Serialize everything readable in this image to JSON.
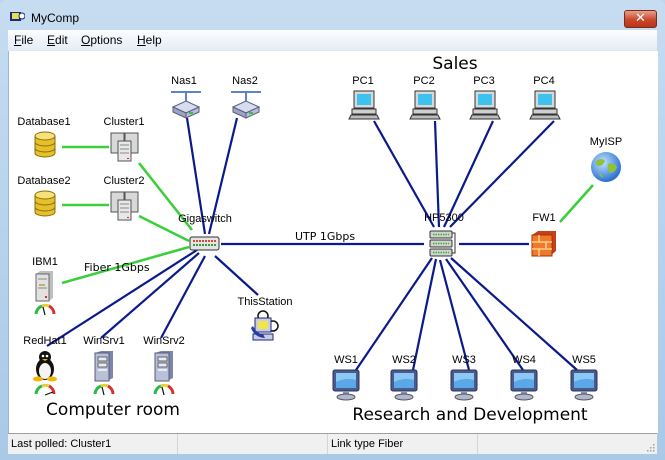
{
  "window": {
    "title": "MyComp",
    "close_label": "✕"
  },
  "menu": [
    {
      "key": "F",
      "rest": "ile"
    },
    {
      "key": "E",
      "rest": "dit"
    },
    {
      "key": "O",
      "rest": "ptions"
    },
    {
      "key": "H",
      "rest": "elp"
    }
  ],
  "groups": {
    "sales": "Sales",
    "computer_room": "Computer room",
    "rnd": "Research and Development"
  },
  "links": {
    "utp": "UTP 1Gbps",
    "fiber": "Fiber 1Gbps"
  },
  "nodes": {
    "database1": {
      "label": "Database1",
      "icon": "database-icon"
    },
    "database2": {
      "label": "Database2",
      "icon": "database-icon"
    },
    "cluster1": {
      "label": "Cluster1",
      "icon": "cluster-icon"
    },
    "cluster2": {
      "label": "Cluster2",
      "icon": "cluster-icon"
    },
    "nas1": {
      "label": "Nas1",
      "icon": "nas-icon"
    },
    "nas2": {
      "label": "Nas2",
      "icon": "nas-icon"
    },
    "gigaswitch": {
      "label": "Gigaswitch",
      "icon": "switch-icon"
    },
    "ibm1": {
      "label": "IBM1",
      "icon": "server-tower-icon"
    },
    "redhat1": {
      "label": "RedHat1",
      "icon": "linux-penguin-icon"
    },
    "winsrv1": {
      "label": "WinSrv1",
      "icon": "windows-server-icon"
    },
    "winsrv2": {
      "label": "WinSrv2",
      "icon": "windows-server-icon"
    },
    "thisstation": {
      "label": "ThisStation",
      "icon": "workstation-icon"
    },
    "pc1": {
      "label": "PC1",
      "icon": "pc-icon"
    },
    "pc2": {
      "label": "PC2",
      "icon": "pc-icon"
    },
    "pc3": {
      "label": "PC3",
      "icon": "pc-icon"
    },
    "pc4": {
      "label": "PC4",
      "icon": "pc-icon"
    },
    "hp5300": {
      "label": "HP5300",
      "icon": "router-stack-icon"
    },
    "fw1": {
      "label": "FW1",
      "icon": "firewall-icon"
    },
    "myisp": {
      "label": "MyISP",
      "icon": "globe-icon"
    },
    "ws1": {
      "label": "WS1",
      "icon": "monitor-icon"
    },
    "ws2": {
      "label": "WS2",
      "icon": "monitor-icon"
    },
    "ws3": {
      "label": "WS3",
      "icon": "monitor-icon"
    },
    "ws4": {
      "label": "WS4",
      "icon": "monitor-icon"
    },
    "ws5": {
      "label": "WS5",
      "icon": "monitor-icon"
    }
  },
  "colors": {
    "utp_link": "#0a1a8c",
    "fiber_link": "#3ccf3c"
  },
  "status": {
    "left": "Last polled: Cluster1",
    "right": "Link type Fiber"
  }
}
